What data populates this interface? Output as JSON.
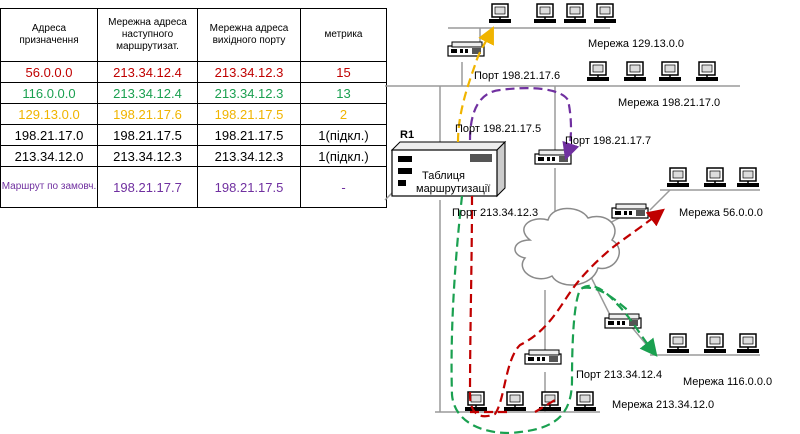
{
  "table": {
    "headers": [
      "Адреса призначення",
      "Мережна адреса наступного маршрутизат.",
      "Мережна адреса вихідного порту",
      "метрика"
    ],
    "rows": [
      {
        "dest": "56.0.0.0",
        "next": "213.34.12.4",
        "port": "213.34.12.3",
        "metric": "15",
        "color": "#c00000"
      },
      {
        "dest": "116.0.0.0",
        "next": "213.34.12.4",
        "port": "213.34.12.3",
        "metric": "13",
        "color": "#1aa050"
      },
      {
        "dest": "129.13.0.0",
        "next": "198.21.17.6",
        "port": "198.21.17.5",
        "metric": "2",
        "color": "#f0b400"
      },
      {
        "dest": "198.21.17.0",
        "next": "198.21.17.5",
        "port": "198.21.17.5",
        "metric": "1(підкл.)",
        "color": "#000000"
      },
      {
        "dest": "213.34.12.0",
        "next": "213.34.12.3",
        "port": "213.34.12.3",
        "metric": "1(підкл.)",
        "color": "#000000"
      },
      {
        "dest": "Маршрут по замовч.",
        "next": "198.21.17.7",
        "port": "198.21.17.5",
        "metric": "-",
        "color": "#7030a0"
      }
    ]
  },
  "labels": {
    "r1": "R1",
    "table_caption": "Таблиця маршрутизації",
    "net_129": "Мережа 129.13.0.0",
    "net_198": "Мережа 198.21.17.0",
    "net_56": "Мережа 56.0.0.0",
    "net_116": "Мережа 116.0.0.0",
    "net_213": "Мережа 213.34.12.0",
    "port_17_6": "Порт 198.21.17.6",
    "port_17_5": "Порт 198.21.17.5",
    "port_17_7": "Порт 198.21.17.7",
    "port_12_3": "Порт 213.34.12.3",
    "port_12_4": "Порт 213.34.12.4"
  },
  "colors": {
    "red": "#c00000",
    "green": "#1aa050",
    "yellow": "#f0b400",
    "purple": "#7030a0",
    "line": "#9a9a9a"
  }
}
